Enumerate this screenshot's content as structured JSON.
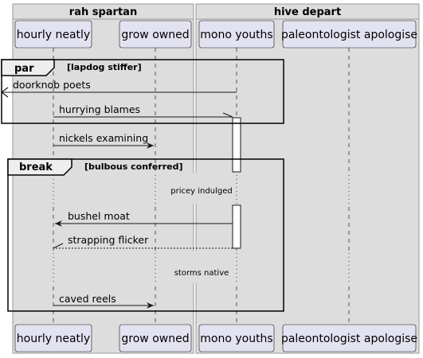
{
  "groups": [
    {
      "id": "g1",
      "title": "rah spartan"
    },
    {
      "id": "g2",
      "title": "hive depart"
    }
  ],
  "participants": [
    {
      "id": "hn",
      "label": "hourly neatly"
    },
    {
      "id": "go",
      "label": "grow owned"
    },
    {
      "id": "my",
      "label": "mono youths"
    },
    {
      "id": "pa",
      "label": "paleontologist apologise"
    }
  ],
  "fragments": [
    {
      "id": "f1",
      "keyword": "par",
      "guard": "[lapdog stiffer]"
    },
    {
      "id": "f2",
      "keyword": "break",
      "guard": "[bulbous conferred]"
    }
  ],
  "messages": [
    {
      "id": "m1",
      "text": "doorknob poets",
      "from": "my",
      "to": "left-edge",
      "style": "solid"
    },
    {
      "id": "m2",
      "text": "hurrying blames",
      "from": "hn",
      "to": "my",
      "style": "solid",
      "head": "open"
    },
    {
      "id": "m3",
      "text": "nickels examining",
      "from": "hn",
      "to": "go",
      "style": "solid"
    },
    {
      "id": "m4",
      "text": "bushel moat",
      "from": "my",
      "to": "hn",
      "style": "solid"
    },
    {
      "id": "m5",
      "text": "strapping flicker",
      "from": "my",
      "to": "hn",
      "style": "dashed",
      "head": "open"
    },
    {
      "id": "m6",
      "text": "caved reels",
      "from": "hn",
      "to": "go",
      "style": "solid"
    }
  ],
  "delays": [
    {
      "id": "d1",
      "text": "pricey indulged"
    },
    {
      "id": "d2",
      "text": "storms native"
    }
  ],
  "colors": {
    "group_fill": "#dddddd",
    "group_border": "#999999",
    "participant_fill": "#e2e2f0",
    "participant_border": "#181818",
    "activation_fill": "#ffffff",
    "line": "#181818",
    "lifeline": "#555555",
    "delay_dots": "#a80036"
  }
}
